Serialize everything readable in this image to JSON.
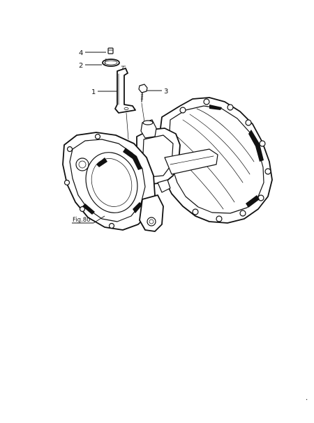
{
  "callouts": [
    {
      "id": "4",
      "label": "4"
    },
    {
      "id": "2",
      "label": "2"
    },
    {
      "id": "1",
      "label": "1"
    },
    {
      "id": "3",
      "label": "3"
    }
  ],
  "figure_reference": "Fig.80",
  "corner_mark": "."
}
